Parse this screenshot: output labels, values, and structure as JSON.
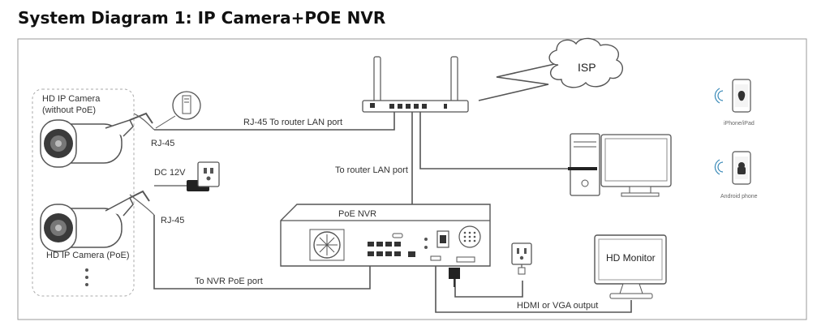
{
  "title": "System Diagram 1: IP Camera+POE NVR",
  "labels": {
    "camera_group_line1": "HD IP Camera",
    "camera_group_line2": "(without PoE)",
    "rj45_top": "RJ-45",
    "dc12v": "DC 12V",
    "rj45_bottom": "RJ-45",
    "camera_poe": "HD IP Camera (PoE)",
    "rj45_router_lan": "RJ-45 To router LAN port",
    "to_router_lan": "To router LAN port",
    "to_nvr_poe": "To NVR PoE port",
    "poe_nvr": "PoE NVR",
    "isp": "ISP",
    "iphone": "iPhone/iPad",
    "android": "Android phone",
    "hd_monitor": "HD Monitor",
    "hdmi_vga": "HDMI or VGA output"
  },
  "icons": [
    "router-icon",
    "cloud-icon",
    "camera-icon",
    "power-outlet-icon",
    "power-adapter-icon",
    "nvr-icon",
    "desktop-computer-icon",
    "monitor-icon",
    "iphone-icon",
    "android-phone-icon",
    "wifi-signal-icon",
    "rj45-connector-icon",
    "power-plug-icon"
  ]
}
